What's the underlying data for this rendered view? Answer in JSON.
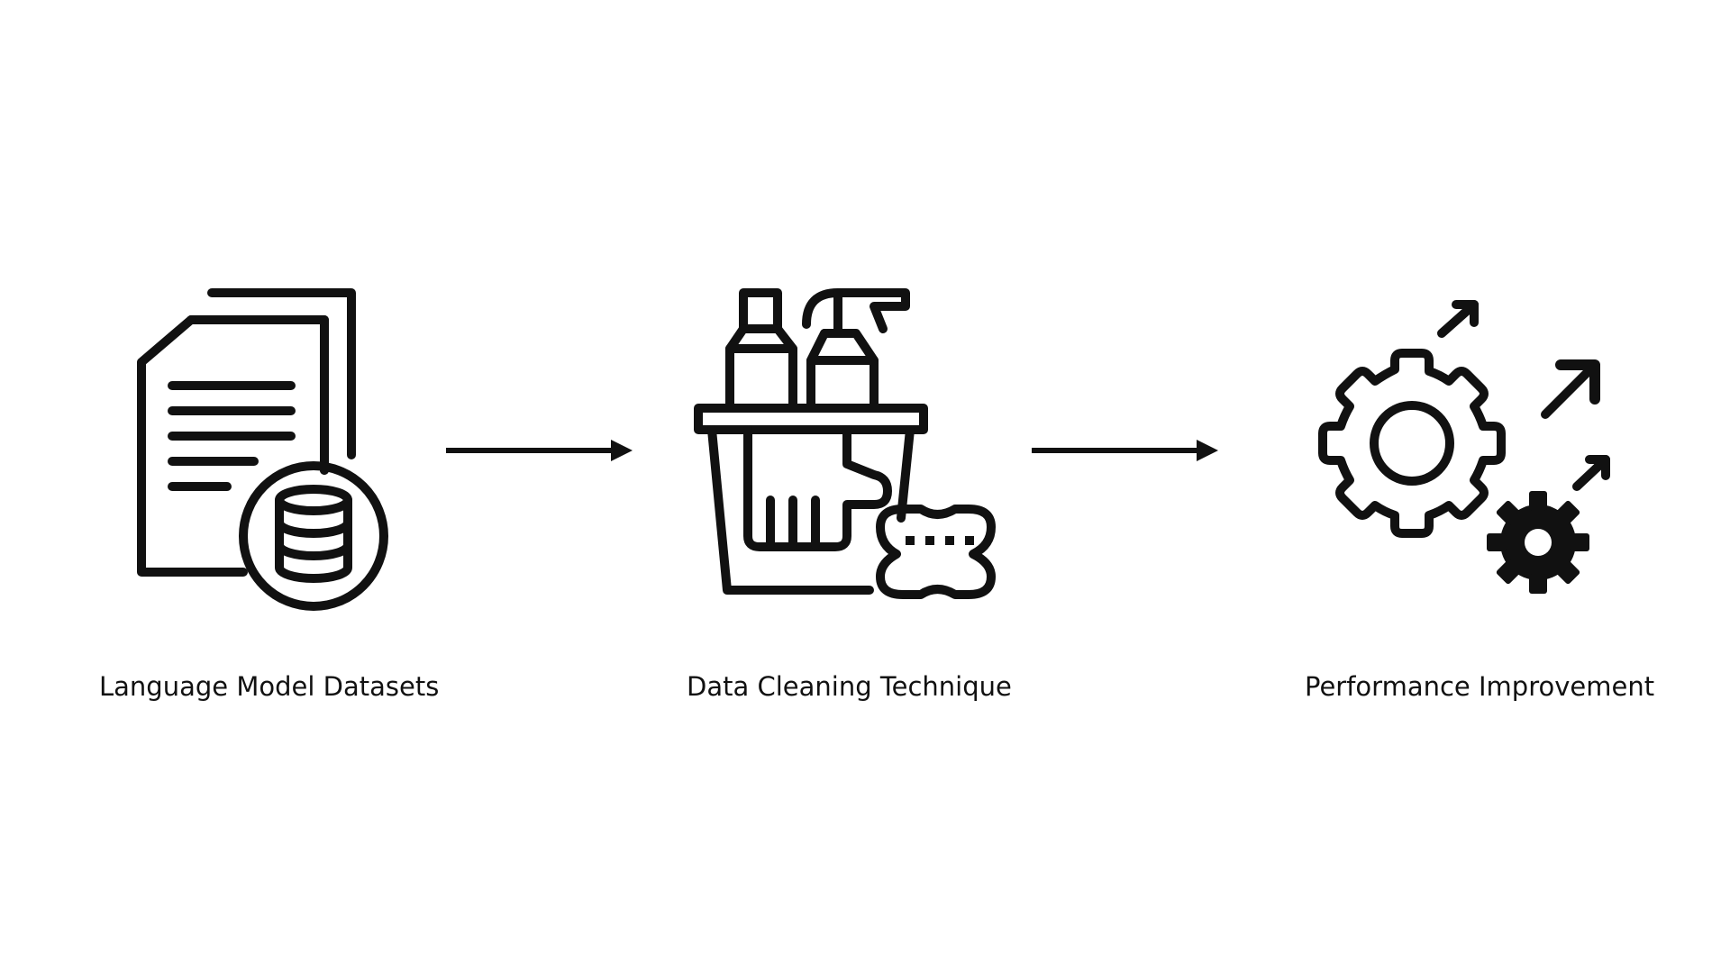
{
  "diagram": {
    "steps": [
      {
        "label": "Language Model Datasets",
        "icon": "document-database-icon"
      },
      {
        "label": "Data Cleaning Technique",
        "icon": "cleaning-bucket-icon"
      },
      {
        "label": "Performance Improvement",
        "icon": "gears-up-arrows-icon"
      }
    ],
    "connectors": [
      "arrow-right",
      "arrow-right"
    ],
    "colors": {
      "stroke": "#111111",
      "background": "#ffffff"
    }
  }
}
